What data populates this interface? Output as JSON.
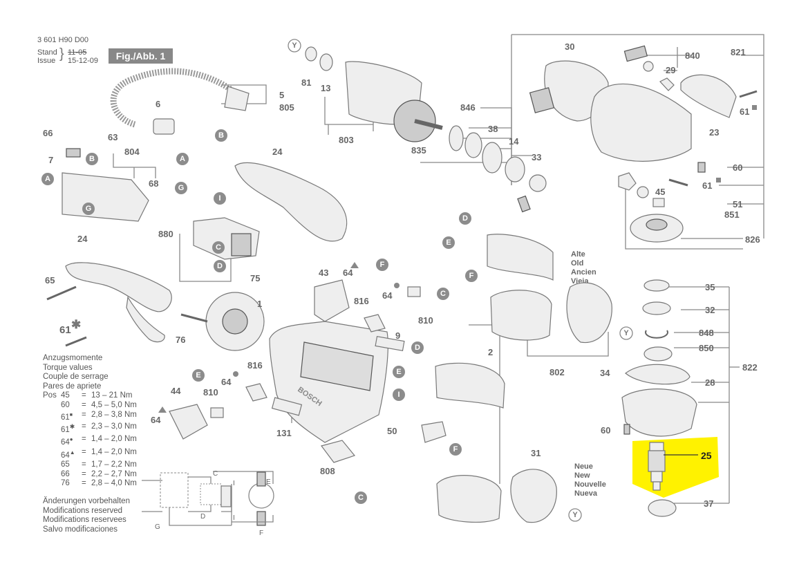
{
  "header": {
    "doc_number": "3 601 H90 D00",
    "stand_label": "Stand",
    "issue_label": "Issue",
    "stand_old_date": "11-05",
    "issue_date": "15-12-09",
    "figure_label": "Fig./Abb. 1"
  },
  "parts": {
    "p1": "1",
    "p2": "2",
    "p5": "5",
    "p6": "6",
    "p7": "7",
    "p9": "9",
    "p13": "13",
    "p14": "14",
    "p23": "23",
    "p24a": "24",
    "p24b": "24",
    "p25": "25",
    "p28": "28",
    "p29": "29",
    "p30": "30",
    "p31": "31",
    "p32": "32",
    "p33": "33",
    "p34": "34",
    "p35": "35",
    "p37": "37",
    "p38": "38",
    "p43": "43",
    "p44": "44",
    "p45": "45",
    "p50": "50",
    "p51": "51",
    "p60a": "60",
    "p60b": "60",
    "p61a": "61",
    "p61b": "61",
    "p61c": "61",
    "p63": "63",
    "p64a": "64",
    "p64b": "64",
    "p64c": "64",
    "p64d": "64",
    "p65": "65",
    "p66": "66",
    "p68": "68",
    "p75": "75",
    "p76": "76",
    "p81": "81",
    "p131": "131",
    "p802": "802",
    "p803": "803",
    "p804": "804",
    "p805": "805",
    "p808": "808",
    "p810a": "810",
    "p810b": "810",
    "p816a": "816",
    "p816b": "816",
    "p821": "821",
    "p822": "822",
    "p826": "826",
    "p835": "835",
    "p840": "840",
    "p846": "846",
    "p848": "848",
    "p850": "850",
    "p851": "851",
    "p880": "880"
  },
  "connectors": {
    "A": "A",
    "B": "B",
    "C": "C",
    "D": "D",
    "E": "E",
    "F": "F",
    "G": "G",
    "I": "I",
    "Y": "Y"
  },
  "field_coils_old": [
    "Alte",
    "Old",
    "Ancien",
    "Vieja"
  ],
  "field_coils_new": [
    "Neue",
    "New",
    "Nouvelle",
    "Nueva"
  ],
  "torque": {
    "title": [
      "Anzugsmomente",
      "Torque values",
      "Couple de serrage",
      "Pares de apriete"
    ],
    "pos_label": "Pos",
    "rows": [
      {
        "pos": "45",
        "mark": "",
        "eq": "=",
        "value": "13 – 21 Nm"
      },
      {
        "pos": "60",
        "mark": "",
        "eq": "=",
        "value": "4,5 – 5,0 Nm"
      },
      {
        "pos": "61",
        "mark": "■",
        "eq": "=",
        "value": "2,8 – 3,8 Nm"
      },
      {
        "pos": "61",
        "mark": "✱",
        "eq": "=",
        "value": "2,3 – 3,0 Nm"
      },
      {
        "pos": "64",
        "mark": "●",
        "eq": "=",
        "value": "1,4 – 2,0 Nm"
      },
      {
        "pos": "64",
        "mark": "▲",
        "eq": "=",
        "value": "1,4 – 2,0 Nm"
      },
      {
        "pos": "65",
        "mark": "",
        "eq": "=",
        "value": "1,7 – 2,2 Nm"
      },
      {
        "pos": "66",
        "mark": "",
        "eq": "=",
        "value": "2,2 – 2,7 Nm"
      },
      {
        "pos": "76",
        "mark": "",
        "eq": "=",
        "value": "2,8 – 4,0 Nm"
      }
    ]
  },
  "notes": [
    "Änderungen vorbehalten",
    "Modifications reserved",
    "Modifications reservees",
    "Salvo modificaciones"
  ],
  "wiring_labels": {
    "C": "C",
    "D": "D",
    "E": "E",
    "F": "F",
    "G": "G",
    "I1": "I",
    "I2": "I"
  },
  "highlight_color": "#fff200",
  "connector_color": "#8c8c8c",
  "brand_text": "BOSCH"
}
